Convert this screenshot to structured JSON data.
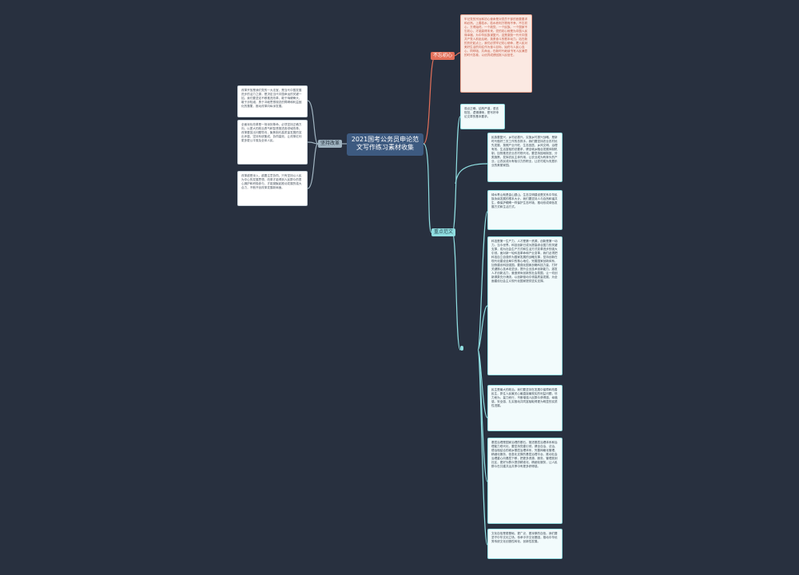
{
  "root": {
    "title": "2021国考公务员申论范文写作练习素材收集"
  },
  "branches": {
    "red": {
      "label": "不忘初心",
      "card": "牢记党的宗旨和初心使命是对党员干部的首要要求和必然。上善若水，若水而利万物而不争。不忘初心，方得始终。一个政党、一个民族、一个国家不忘初心，才能赢得未来。党的初心就是为中国人民谋幸福，为中华民族谋复兴。这是激励一代代中国共产党人前赴后继、英勇奋斗的根本动力。站在新的历史起点上，我们必须牢记初心使命，把人民对美好生活的向往作为奋斗目标，始终与人民心连心、同呼吸、共命运，在新时代继续书写人民满意的时代答卷，以优异成绩回报人民信任。"
    },
    "left": {
      "label": "坚持改革",
      "cards": [
        "改革开放是我们党的一大法宝，是当代中国发展进步的活力之源，是决定当代中国命运的关键一招。我们要坚定不移推进改革，敢于啃硬骨头，敢于涉险滩，勇于冲破思想观念的障碍和利益固化的藩篱，推动改革向纵深发展。",
        "全面深化改革是一场深刻革命，必须坚持正确方向，以更大的政治勇气和智慧推进各领域改革。改革要突出问题导向，聚焦制约高质量发展的突出矛盾，坚持系统集成、协同高效，让改革红利更多更公平惠及全体人民。",
        "改革越是深入，越要注意协同。只有坚持以人民为中心的发展思想，改革才能得到人民群众的衷心拥护和积极参与，才能凝聚起推动发展的强大合力，不断开创改革发展新局面。"
      ]
    },
    "teal": {
      "label": "重点范文",
      "intro": "观点正确，结构严谨，语言规范，逻辑清晰，是写好申论文章的基本要求。",
      "cards": [
        "民族要复兴，乡村必振兴。实施乡村振兴战略，是新时代做好三农工作的总抓手。我们要坚持农业农村优先发展，按照产业兴旺、生态宜居、乡风文明、治理有效、生活富裕的总要求，健全城乡融合发展体制机制，加快推进农业农村现代化。要坚持因地制宜、分类施策，发挥农民主体作用，让农业成为有奔头的产业，让农民成为有吸引力的职业，让农村成为安居乐业的美丽家园。",
        "绿水青山就是金山银山。生态文明建设是关系中华民族永续发展的根本大计。我们要坚持人与自然和谐共生，像保护眼睛一样保护生态环境，推动形成绿色发展方式和生活方式。",
        "科技是第一生产力，人才是第一资源，创新是第一动力。当今世界，科技创新已成为提高综合国力的关键支撑，成为社会生产方式和生活方式变革进步的强大引领。面对新一轮科技革命和产业变革，我们必须把科技自立自强作为国家发展的战略支撑，坚持创新在现代化建设全局中的核心地位，完善国家创新体系，加快建设科技强国。要强化国家战略科技力量，打好关键核心技术攻坚战，提升企业技术创新能力，激发人才创新活力，营造崇尚创新的社会氛围，让一切创新源泉充分涌流，以创新驱动引领高质量发展，为全面建设社会主义现代化国家提供坚实支撑。",
        "民生是最大的政治。我们要坚持在发展中保障和改善民生，抓住人民最关心最直接最现实的利益问题，尽力而为、量力而行，不断增强人民群众获得感、幸福感、安全感，扎实推动共同富裕取得更为明显的实质性进展。",
        "基层治理是国家治理的基石。推进基层治理体系和治理能力现代化，要坚持党建引领，健全自治、法治、德治相结合的城乡基层治理体系，完善网格化管理、精细化服务、信息化支撑的基层治理平台，推动社会治理重心向基层下移，把更多资源、服务、管理放到社区，更好为群众提供精准化、精细化服务，让人民群众在共建共治共享中有更多获得感。",
        "文化自信是更基础、更广泛、更深厚的自信。我们要坚守中华文化立场，传承中华文化基因，推动中华优秀传统文化创造性转化、创新性发展。"
      ]
    }
  },
  "colors": {
    "background": "#28303f",
    "root": "#3d5a80",
    "red_branch": "#e4705a",
    "teal_branch": "#8fdde0",
    "gray_branch": "#9fb3c0",
    "link": "#8fdde0"
  }
}
